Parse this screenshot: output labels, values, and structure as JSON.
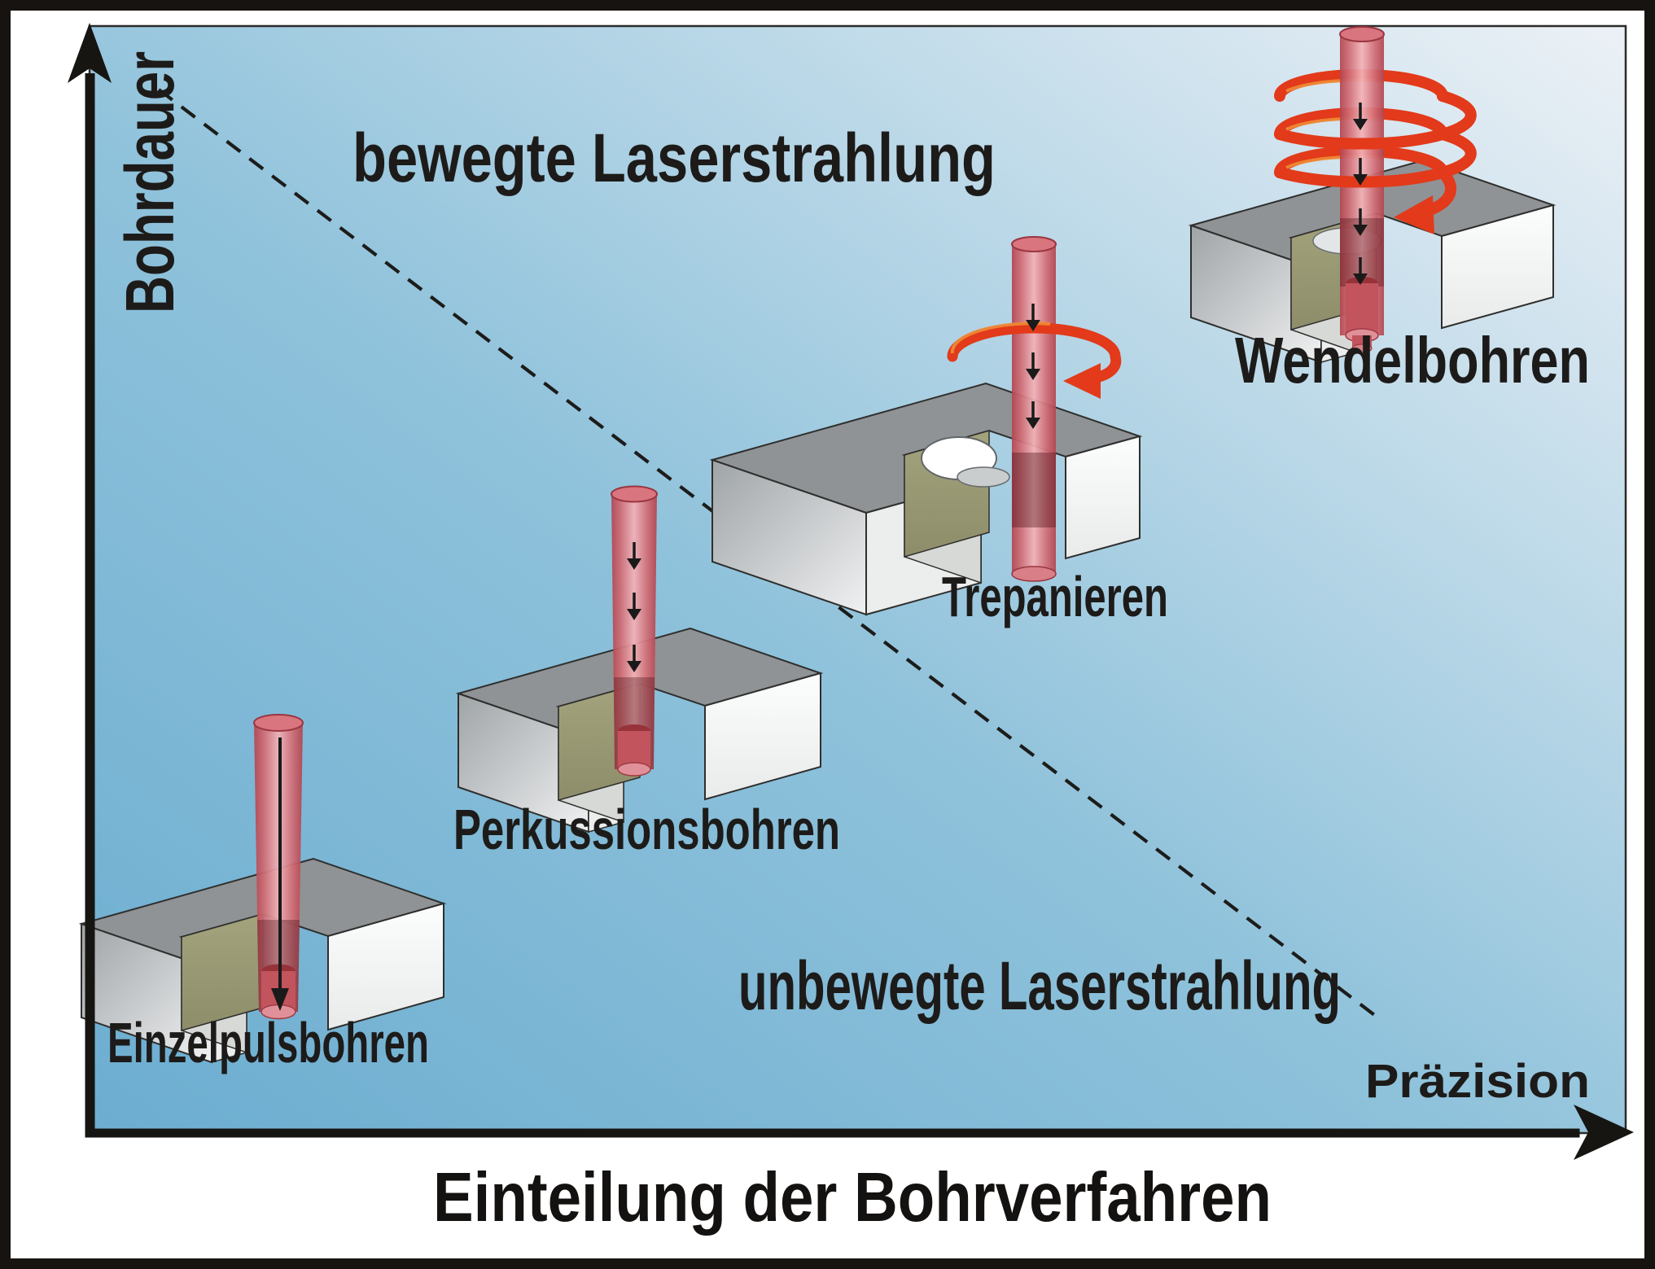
{
  "diagram": {
    "title": "Einteilung der Bohrverfahren",
    "y_axis_label": "Bohrdauer",
    "x_axis_label": "Präzision",
    "region_upper_label": "bewegte Laserstrahlung",
    "region_lower_label": "unbewegte Laserstrahlung",
    "methods": [
      {
        "id": "einzelpulsbohren",
        "label": "Einzelpulsbohren"
      },
      {
        "id": "perkussionsbohren",
        "label": "Perkussionsbohren"
      },
      {
        "id": "trepanieren",
        "label": "Trepanieren"
      },
      {
        "id": "wendelbohren",
        "label": "Wendelbohren"
      }
    ],
    "colors": {
      "panel_gradient_dark": "#6cadd0",
      "panel_gradient_mid": "#8fc2db",
      "panel_gradient_light": "#ecf1f6",
      "ink": "#1d1b19",
      "beam_edge": "#b2454f",
      "beam_center": "#f3b2b7",
      "beam_inside_block": "#4a1016",
      "spiral_red": "#e23a1a",
      "spiral_highlight": "#f08c36",
      "block_top": "#8f9396",
      "block_side_light": "#fbfcfc",
      "block_side_shaded": "#9fa4a7",
      "notch_gray": "#d7d9d6",
      "notch_olive": "#9e9e79"
    }
  }
}
